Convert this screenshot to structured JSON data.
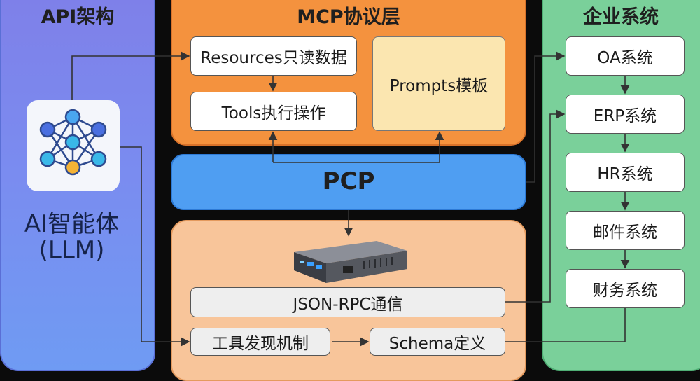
{
  "left": {
    "title": "API架构",
    "agent_line1": "AI智能体",
    "agent_line2": "(LLM)",
    "icon": "neural-network-icon"
  },
  "mcp": {
    "title": "MCP协议层",
    "resources": "Resources只读数据",
    "tools": "Tools执行操作",
    "prompts": "Prompts模板"
  },
  "pcp": {
    "title": "PCP"
  },
  "lower": {
    "device_icon": "network-device-icon",
    "jsonrpc": "JSON-RPC通信",
    "discovery": "工具发现机制",
    "schema": "Schema定义"
  },
  "enterprise": {
    "title": "企业系统",
    "systems": [
      "OA系统",
      "ERP系统",
      "HR系统",
      "邮件系统",
      "财务系统"
    ]
  }
}
